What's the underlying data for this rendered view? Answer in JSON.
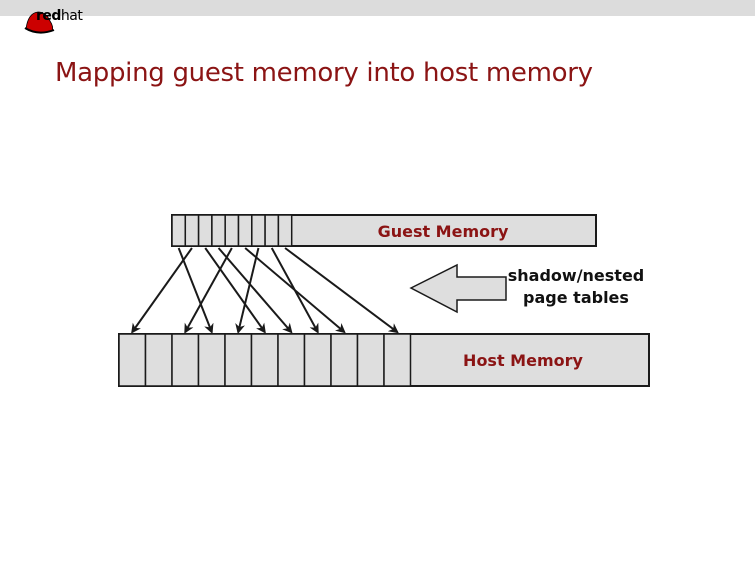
{
  "header": {
    "brand": {
      "bold": "red",
      "light": "hat",
      "icon": "redhat-fedora-icon"
    }
  },
  "slide": {
    "title": "Mapping guest memory into host memory"
  },
  "diagram": {
    "guest_memory": {
      "label": "Guest Memory",
      "page_count": 9
    },
    "host_memory": {
      "label": "Host Memory",
      "page_count": 11
    },
    "translation": {
      "label_line1": "shadow/nested",
      "label_line2": "page tables"
    },
    "mappings": [
      {
        "guest_page": 0,
        "host_page": 3
      },
      {
        "guest_page": 1,
        "host_page": 0
      },
      {
        "guest_page": 2,
        "host_page": 5
      },
      {
        "guest_page": 3,
        "host_page": 6
      },
      {
        "guest_page": 4,
        "host_page": 2
      },
      {
        "guest_page": 5,
        "host_page": 8
      },
      {
        "guest_page": 6,
        "host_page": 4
      },
      {
        "guest_page": 7,
        "host_page": 7
      },
      {
        "guest_page": 8,
        "host_page": 10
      }
    ],
    "colors": {
      "box_fill": "#dedede",
      "stroke": "#1a1a1a",
      "label_red": "#8b1414",
      "label_black": "#111111"
    }
  }
}
